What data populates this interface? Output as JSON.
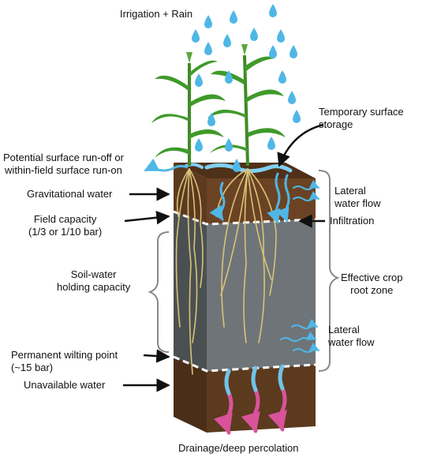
{
  "labels": {
    "irrigation_rain": "Irrigation + Rain",
    "temporary_surface_storage": [
      "Temporary surface",
      "storage"
    ],
    "runoff": [
      "Potential surface run-off or",
      "within-field surface run-on"
    ],
    "gravitational_water": "Gravitational water",
    "field_capacity": [
      "Field capacity",
      "(1/3 or 1/10 bar)"
    ],
    "soil_water_holding_capacity": [
      "Soil-water",
      "holding capacity"
    ],
    "permanent_wilting_point": [
      "Permanent wilting point",
      "(~15 bar)"
    ],
    "unavailable_water": "Unavailable water",
    "lateral_water_flow_top": [
      "Lateral",
      "water flow"
    ],
    "infiltration": "Infiltration",
    "effective_crop_root_zone": [
      "Effective crop",
      "root zone"
    ],
    "lateral_water_flow_bottom": [
      "Lateral",
      "water flow"
    ],
    "drainage": "Drainage/deep percolation"
  },
  "colors": {
    "soil_top_front": "#6b4324",
    "soil_top_surface": "#4f3018",
    "soil_middle_front": "#6f7478",
    "soil_middle_side": "#4f5458",
    "soil_bottom_front": "#5c3a1e",
    "water_blue": "#4fb7e6",
    "drainage_pink": "#d9539a",
    "roots": "#d9c277",
    "leaf_green": "#3f9a2a",
    "divider_white": "#ffffff",
    "bracket_gray": "#888888"
  }
}
